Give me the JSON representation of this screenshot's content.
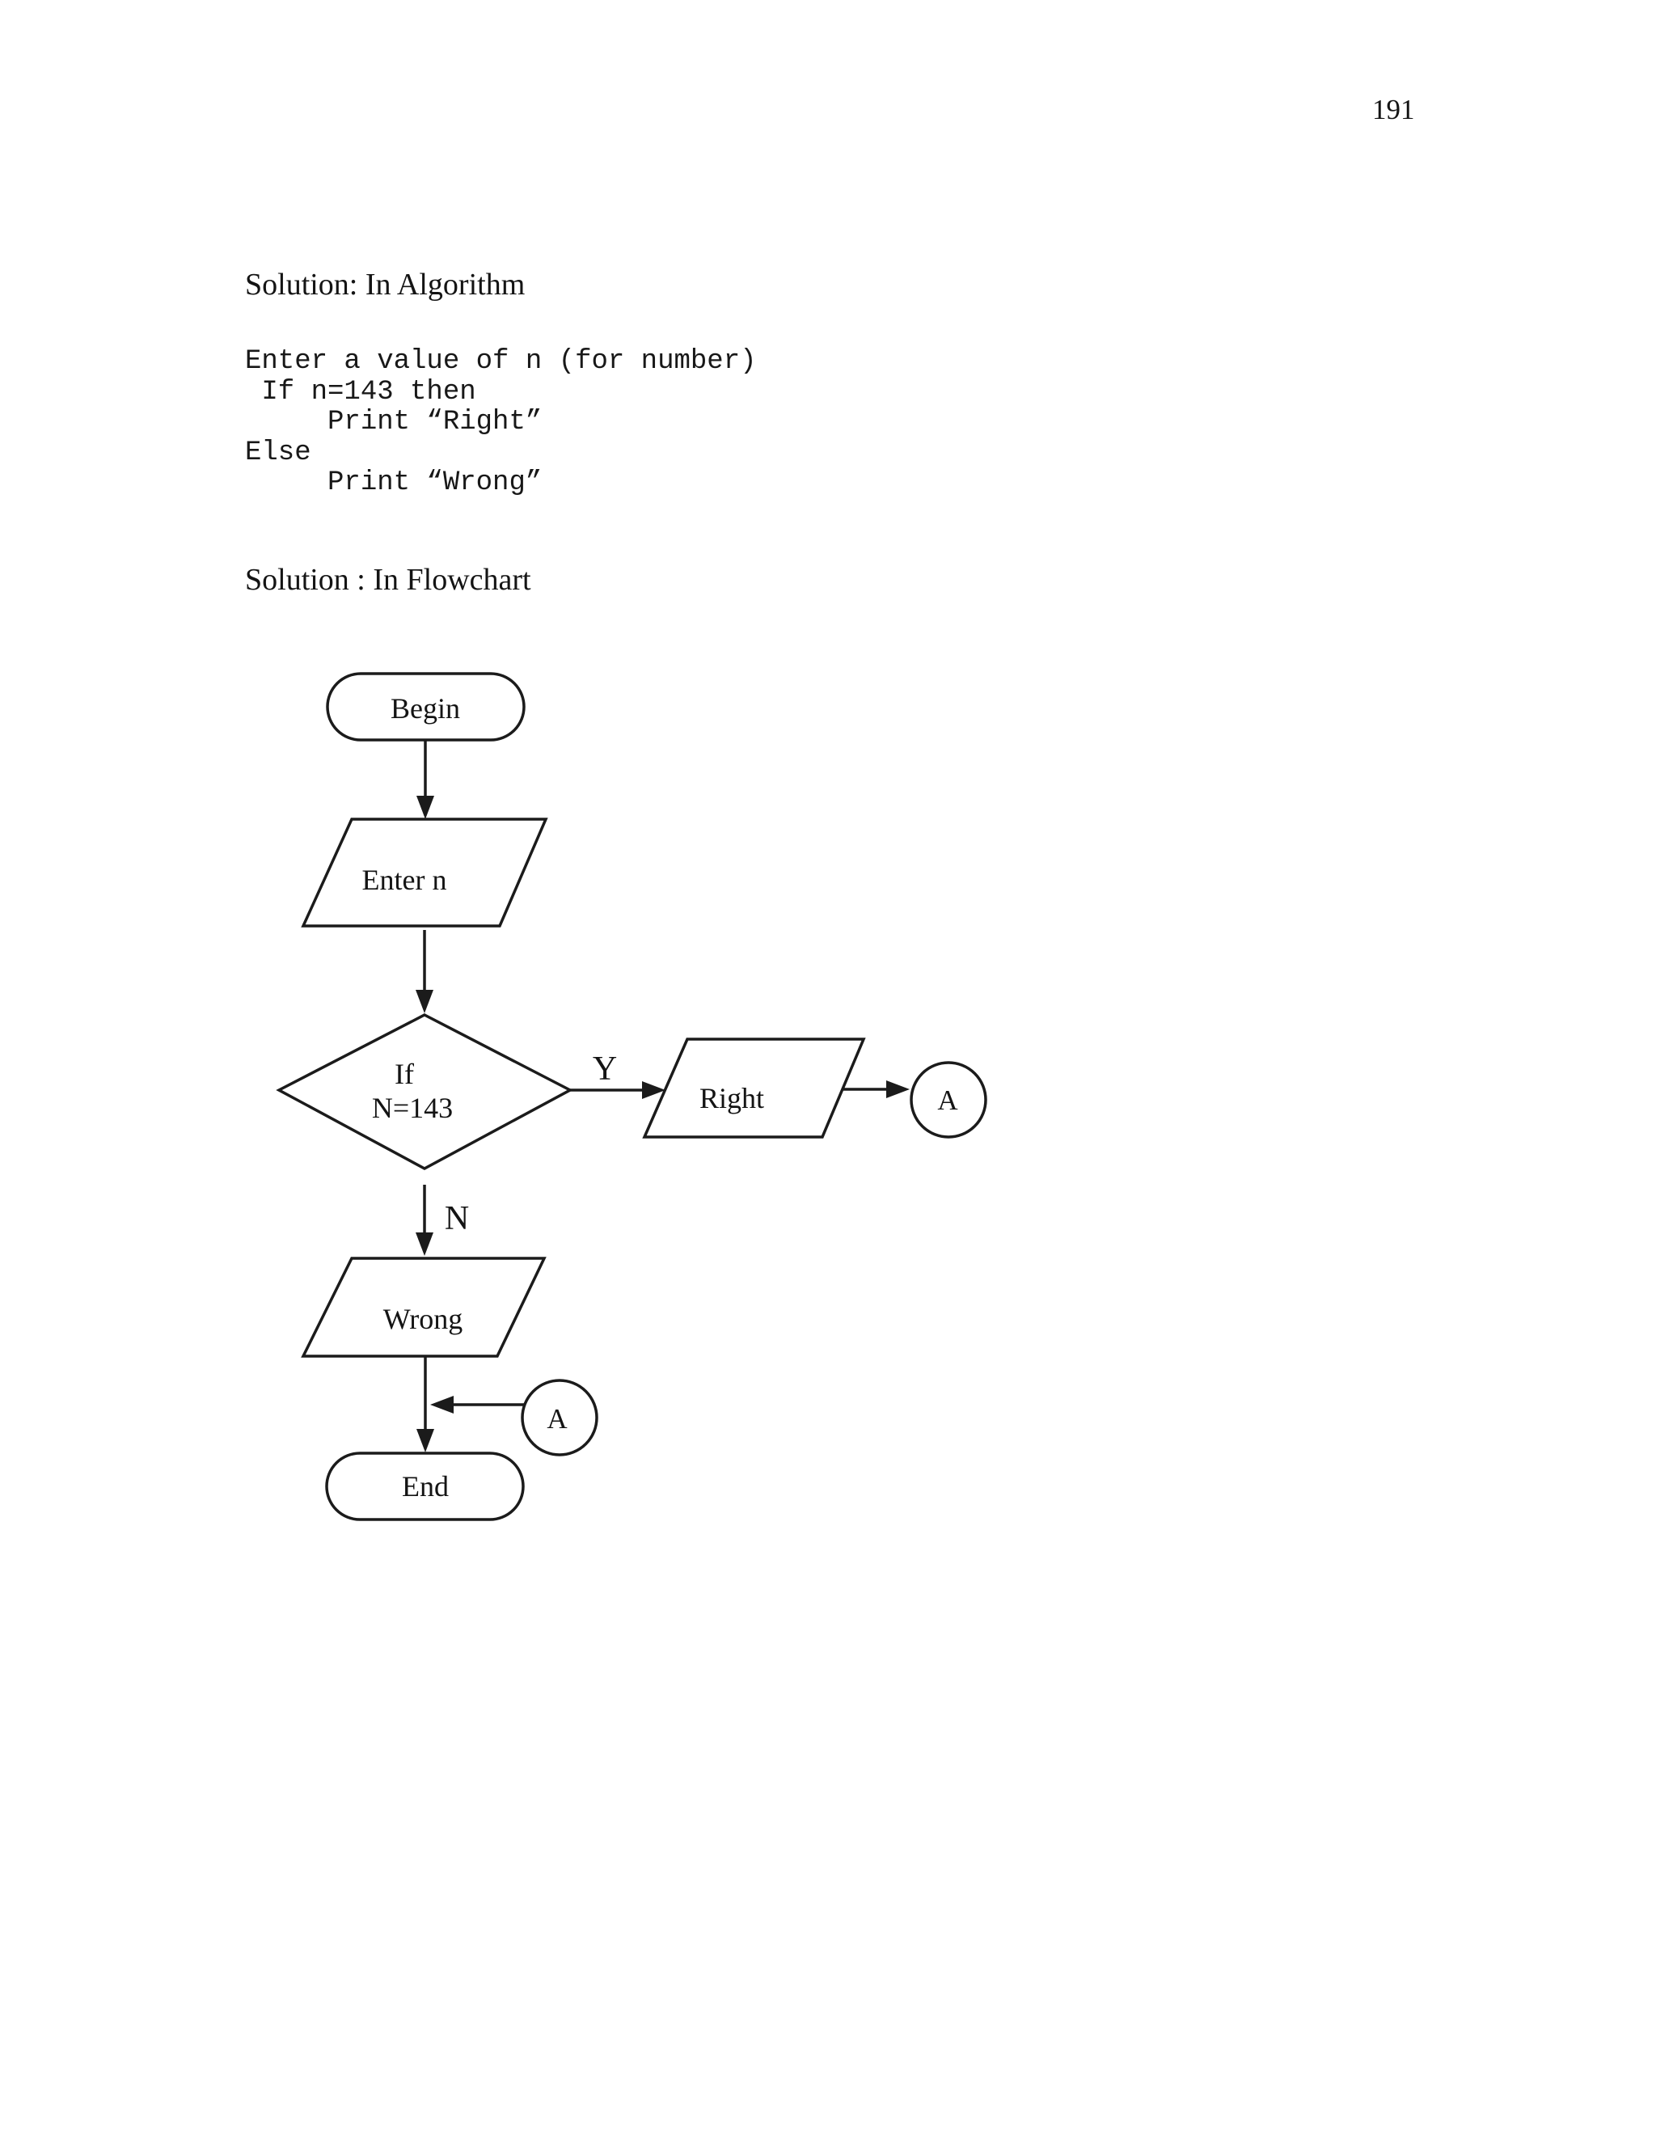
{
  "page": {
    "number": "191"
  },
  "sections": {
    "algorithm_heading": "Solution: In Algorithm",
    "algorithm_code": "Enter a value of n (for number)\n If n=143 then\n     Print “Right”\nElse\n     Print “Wrong”",
    "flowchart_heading": "Solution : In Flowchart"
  },
  "flowchart": {
    "begin_label": "Begin",
    "enter_label": "Enter n",
    "decision_line1": "If",
    "decision_line2": "N=143",
    "yes_label": "Y",
    "no_label": "N",
    "right_label": "Right",
    "wrong_label": "Wrong",
    "connector_a_top": "A",
    "connector_a_bottom": "A",
    "end_label": "End"
  }
}
